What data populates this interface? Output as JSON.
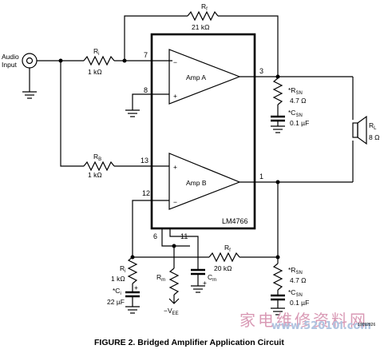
{
  "figure": {
    "caption": "FIGURE 2. Bridged Amplifier Application Circuit",
    "doc_number": "10092826"
  },
  "input": {
    "label_line1": "Audio",
    "label_line2": "Input"
  },
  "chip": {
    "name": "LM4766",
    "amp_a": {
      "label": "Amp A",
      "inv": "−",
      "noninv": "+"
    },
    "amp_b": {
      "label": "Amp B",
      "noninv": "+",
      "inv": "−"
    }
  },
  "pins": {
    "p7": "7",
    "p8": "8",
    "p3": "3",
    "p13": "13",
    "p12": "12",
    "p1": "1",
    "p6": "6",
    "p11": "11"
  },
  "components": {
    "rf_top": {
      "name": "R",
      "sub": "f",
      "value": "21 kΩ"
    },
    "ri": {
      "name": "R",
      "sub": "i",
      "value": "1 kΩ"
    },
    "rb": {
      "name": "R",
      "sub": "B",
      "value": "1 kΩ"
    },
    "rsn1": {
      "name": "*R",
      "sub": "SN",
      "value": "4.7 Ω"
    },
    "csn1": {
      "name": "*C",
      "sub": "SN",
      "value": "0.1 µF"
    },
    "rl": {
      "name": "R",
      "sub": "L",
      "value": "8 Ω"
    },
    "rf_bottom": {
      "name": "R",
      "sub": "f",
      "value": "20 kΩ"
    },
    "ri2": {
      "name": "R",
      "sub": "i",
      "value": "1 kΩ"
    },
    "ci": {
      "name": "*C",
      "sub": "i",
      "value": "22 µF"
    },
    "rm": {
      "name": "R",
      "sub": "m"
    },
    "cm": {
      "name": "C",
      "sub": "m"
    },
    "rsn2": {
      "name": "*R",
      "sub": "SN",
      "value": "4.7 Ω"
    },
    "csn2": {
      "name": "*C",
      "sub": "SN",
      "value": "0.1 µF"
    },
    "vee": {
      "prefix": "−V",
      "sub": "EE"
    }
  },
  "watermark": {
    "cn": "家电维修资料网",
    "en": "www.52010l.com"
  }
}
